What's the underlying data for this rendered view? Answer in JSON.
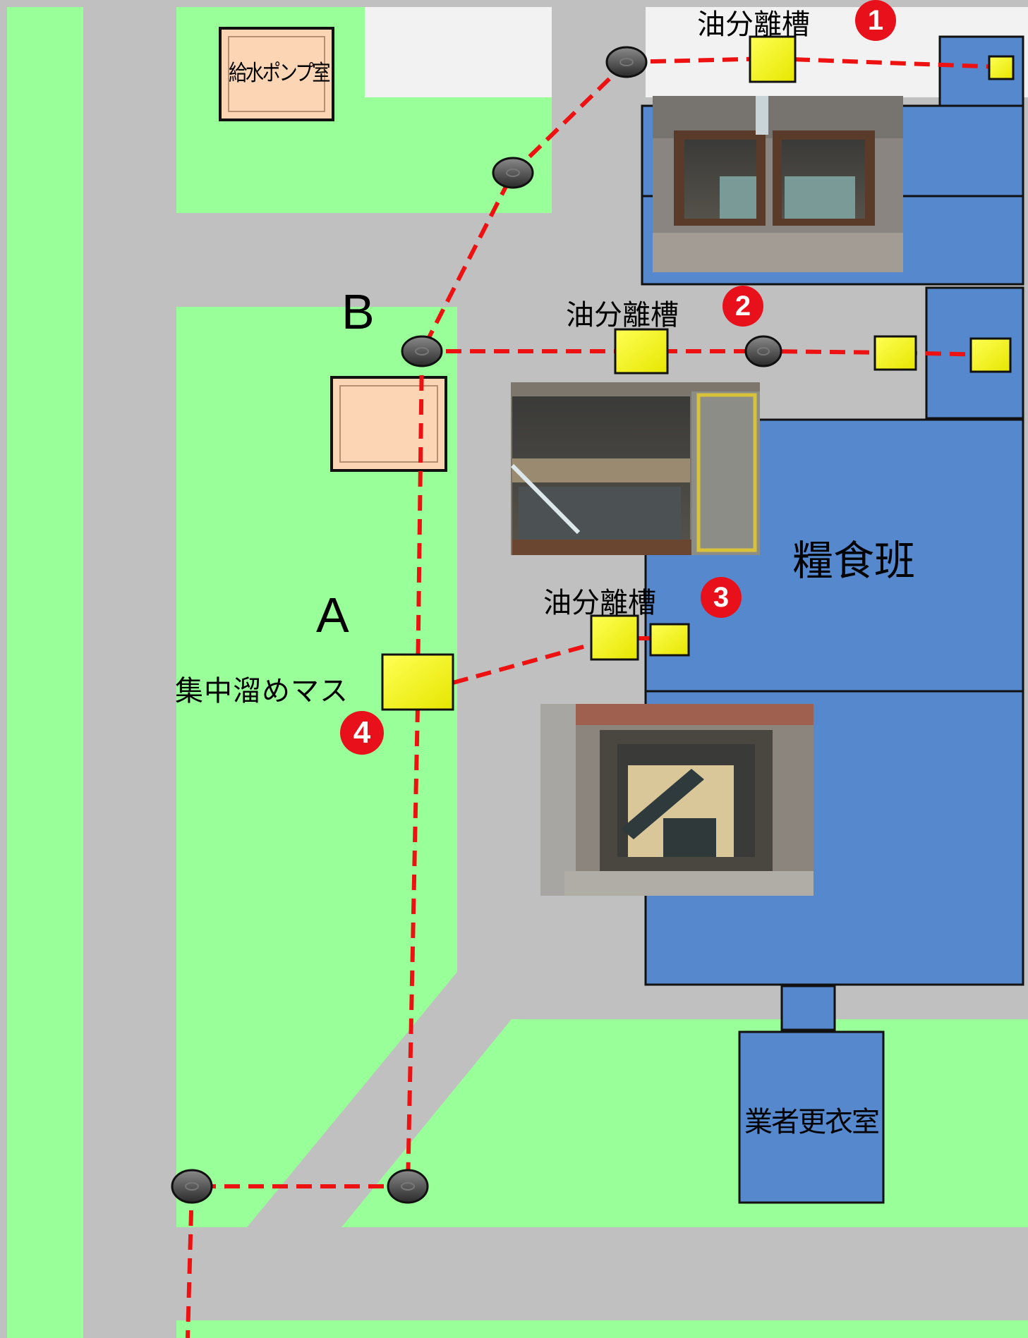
{
  "rooms": {
    "pump_room": "給水ポンプ室",
    "kitchen": "糧食班",
    "locker_room": "業者更衣室"
  },
  "separators": [
    {
      "label": "油分離槽",
      "number": "1"
    },
    {
      "label": "油分離槽",
      "number": "2"
    },
    {
      "label": "油分離槽",
      "number": "3"
    }
  ],
  "collection_basin": {
    "label": "集中溜めマス",
    "number": "4"
  },
  "points": {
    "a": "A",
    "b": "B"
  },
  "photos": [
    {
      "subject": "oil-separator-1-photo"
    },
    {
      "subject": "oil-separator-2-photo"
    },
    {
      "subject": "oil-separator-3-photo"
    }
  ],
  "colors": {
    "road": "#c0c0c0",
    "grass": "#99ff99",
    "building": "#5588cc",
    "room_box": "#fcd5b5",
    "basin": "#ffff00",
    "pipe": "#ee1111",
    "badge": "#e8101a"
  }
}
